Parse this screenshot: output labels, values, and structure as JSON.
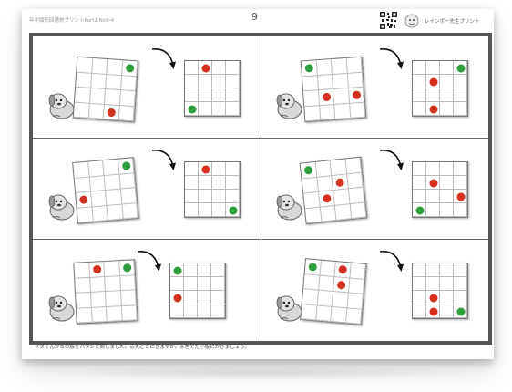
{
  "header": {
    "left_text": "年中図形回通常プリントPart2 No9-4",
    "page_number": "9",
    "right_text": "レインボー先生プリント"
  },
  "footer": {
    "instruction": "イヌくんがなの板をパタンと倒しました。赤丸どこにきますか。赤色でだ小板にかきましょう。"
  },
  "icons": {
    "qr": "qr-code-icon",
    "logo": "rainbow-teacher-logo-icon",
    "arrow": "curved-arrow-icon",
    "mascot": "dog-mascot-icon"
  },
  "colors": {
    "red_dot": "#d4301f",
    "green_dot": "#2f9e3c",
    "frame": "#555555"
  },
  "puzzles": [
    {
      "tilted_dots": [
        {
          "color": "green",
          "row": 1,
          "col": 4
        },
        {
          "color": "red",
          "row": 4,
          "col": 3
        }
      ],
      "answer_dots": [
        {
          "color": "red",
          "row": 1,
          "col": 2
        },
        {
          "color": "green",
          "row": 4,
          "col": 1
        }
      ]
    },
    {
      "tilted_dots": [
        {
          "color": "green",
          "row": 1,
          "col": 1
        },
        {
          "color": "red",
          "row": 3,
          "col": 2
        },
        {
          "color": "red",
          "row": 3,
          "col": 4
        }
      ],
      "answer_dots": [
        {
          "color": "green",
          "row": 1,
          "col": 4
        },
        {
          "color": "red",
          "row": 2,
          "col": 2
        },
        {
          "color": "red",
          "row": 4,
          "col": 2
        }
      ]
    },
    {
      "tilted_dots": [
        {
          "color": "green",
          "row": 1,
          "col": 4
        },
        {
          "color": "red",
          "row": 3,
          "col": 1
        }
      ],
      "answer_dots": [
        {
          "color": "red",
          "row": 1,
          "col": 2
        },
        {
          "color": "green",
          "row": 4,
          "col": 4
        }
      ]
    },
    {
      "tilted_dots": [
        {
          "color": "green",
          "row": 1,
          "col": 1
        },
        {
          "color": "red",
          "row": 2,
          "col": 3
        },
        {
          "color": "red",
          "row": 3,
          "col": 2
        }
      ],
      "answer_dots": [
        {
          "color": "red",
          "row": 2,
          "col": 2
        },
        {
          "color": "red",
          "row": 3,
          "col": 4
        },
        {
          "color": "green",
          "row": 4,
          "col": 1
        }
      ]
    },
    {
      "tilted_dots": [
        {
          "color": "red",
          "row": 1,
          "col": 2
        },
        {
          "color": "green",
          "row": 1,
          "col": 4
        }
      ],
      "answer_dots": [
        {
          "color": "green",
          "row": 1,
          "col": 1
        },
        {
          "color": "red",
          "row": 3,
          "col": 1
        }
      ]
    },
    {
      "tilted_dots": [
        {
          "color": "green",
          "row": 1,
          "col": 1
        },
        {
          "color": "red",
          "row": 1,
          "col": 3
        },
        {
          "color": "red",
          "row": 2,
          "col": 3
        }
      ],
      "answer_dots": [
        {
          "color": "red",
          "row": 3,
          "col": 2
        },
        {
          "color": "red",
          "row": 4,
          "col": 2
        },
        {
          "color": "green",
          "row": 4,
          "col": 4
        }
      ]
    }
  ]
}
